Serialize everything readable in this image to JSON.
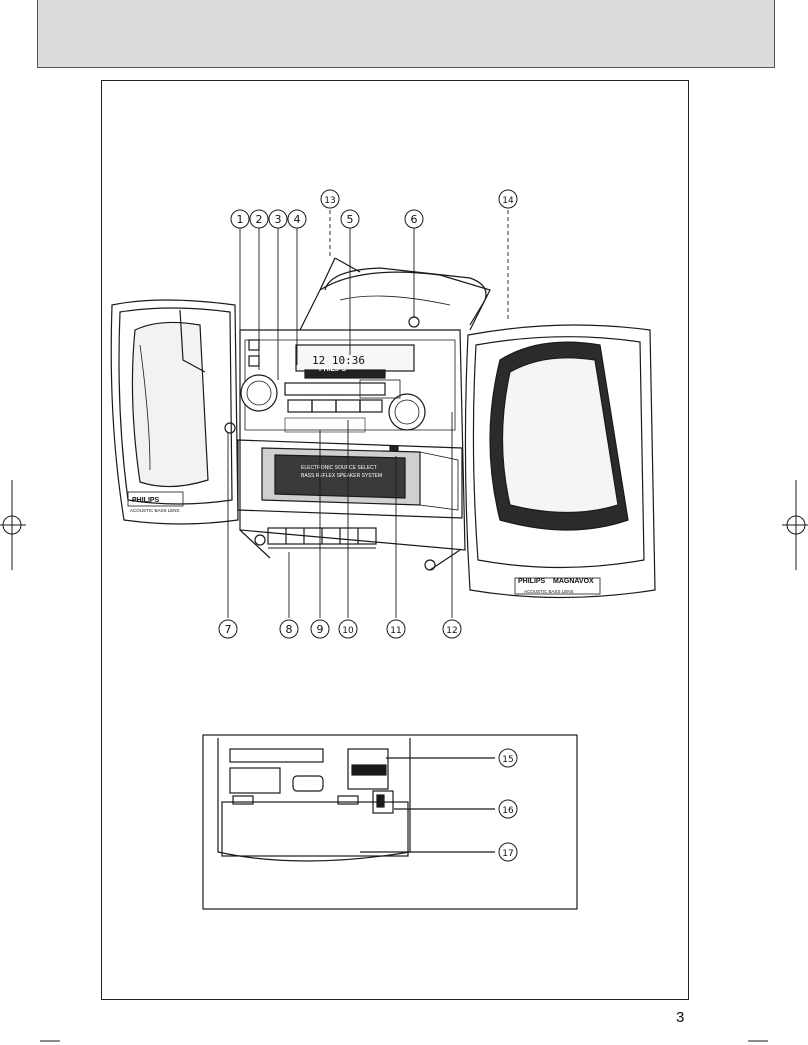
{
  "page": {
    "number": "3"
  },
  "callouts": {
    "c1": "1",
    "c2": "2",
    "c3": "3",
    "c4": "4",
    "c5": "5",
    "c6": "6",
    "c7": "7",
    "c8": "8",
    "c9": "9",
    "c10": "10",
    "c11": "11",
    "c12": "12",
    "c13": "13",
    "c14": "14",
    "c15": "15",
    "c16": "16",
    "c17": "17"
  },
  "device": {
    "brand": "PHILIPS",
    "co_brand": "MAGNAVOX",
    "display_text": "12 10:36",
    "speaker_label_left": "ACOUSTIC BASS LENS",
    "speaker_label_right": "ACOUSTIC BASS LENS",
    "cassette_text_1": "ELECTRONIC SOURCE SELECT",
    "cassette_text_2": "BASS REFLEX SPEAKER SYSTEM"
  },
  "colors": {
    "line": "#1a1a1a",
    "header_band": "#dcdcdc"
  }
}
